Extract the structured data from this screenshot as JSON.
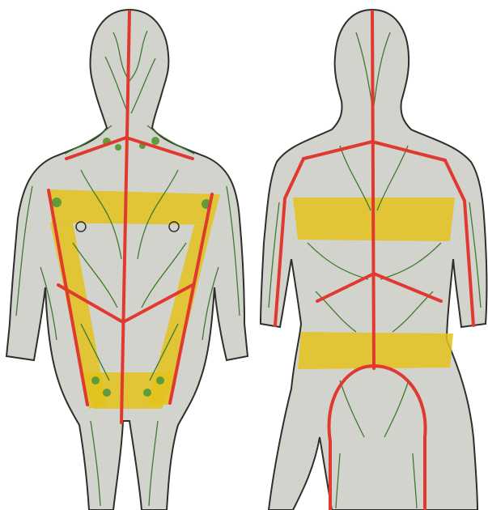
{
  "figure": {
    "panels": [
      {
        "id": "front",
        "view": "anterior"
      },
      {
        "id": "back",
        "view": "posterior"
      }
    ]
  },
  "colors": {
    "background": "#ffffff",
    "skin": "#d3d3cd",
    "outline": "#2e2e2a",
    "lymph_vessel": "#3f7a2e",
    "lymph_node": "#5f9c3a",
    "watershed_line": "#e03a30",
    "drainage_zone": "#e3c21c"
  }
}
